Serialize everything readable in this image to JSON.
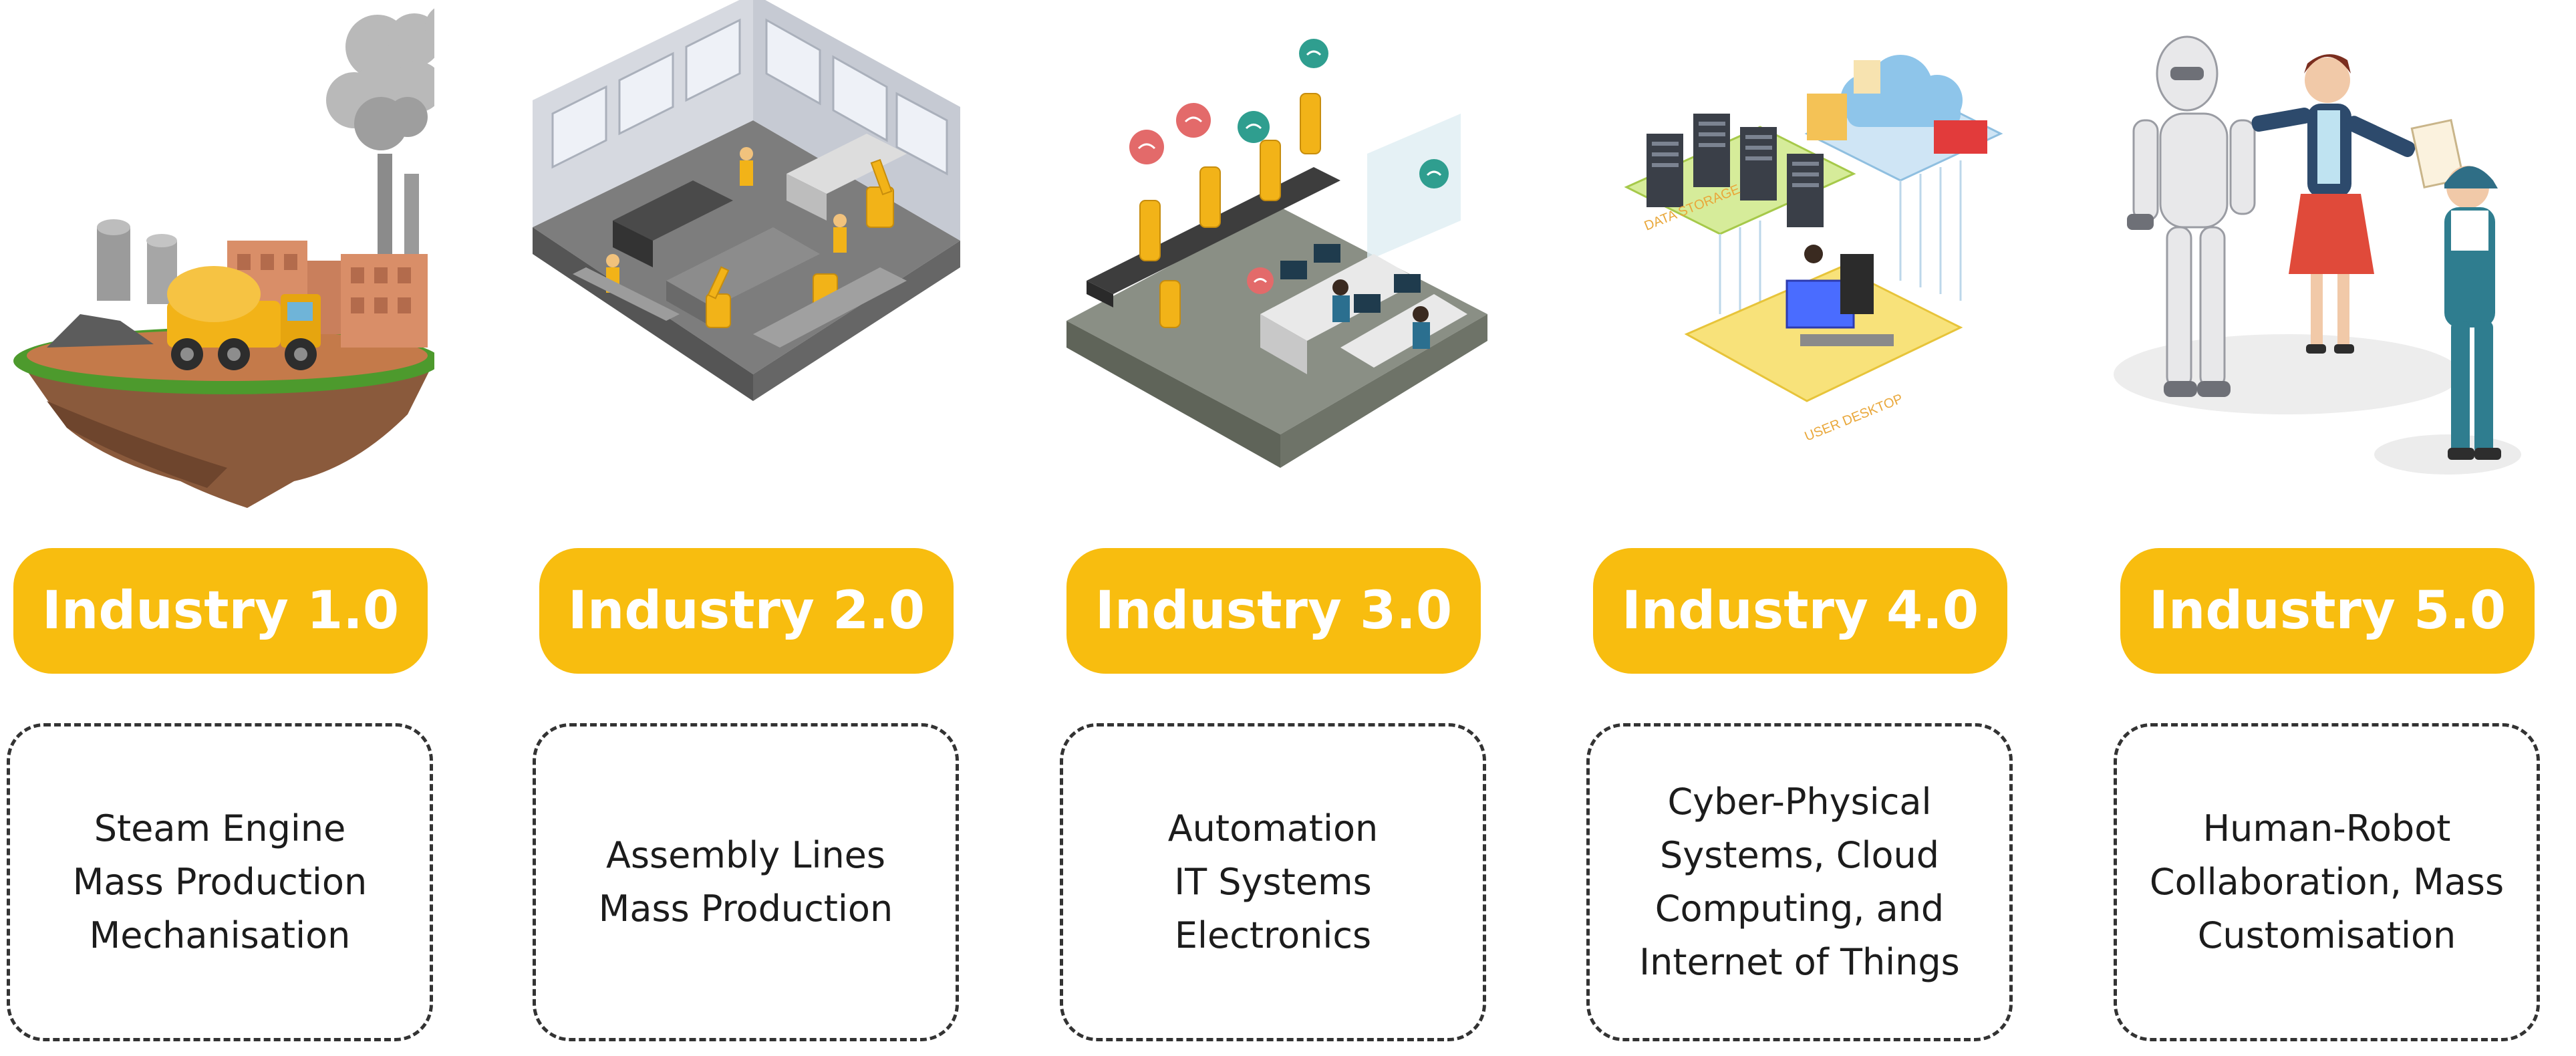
{
  "stages": [
    {
      "label": "Industry 1.0",
      "description": [
        "Steam Engine",
        "Mass Production",
        "Mechanisation"
      ],
      "illustration": "factory-island-icon"
    },
    {
      "label": "Industry 2.0",
      "description": [
        "Assembly Lines",
        "Mass Production"
      ],
      "illustration": "assembly-line-factory-icon"
    },
    {
      "label": "Industry 3.0",
      "description": [
        "Automation",
        "IT Systems",
        "Electronics"
      ],
      "illustration": "automation-control-room-icon"
    },
    {
      "label": "Industry 4.0",
      "description": [
        "Cyber-Physical",
        "Systems, Cloud",
        "Computing, and",
        "Internet of Things"
      ],
      "illustration": "cloud-servers-icon",
      "illustration_labels": [
        "DATA STORAGE",
        "USER DESKTOP"
      ]
    },
    {
      "label": "Industry 5.0",
      "description": [
        "Human-Robot",
        "Collaboration, Mass",
        "Customisation"
      ],
      "illustration": "human-robot-collaboration-icon"
    }
  ],
  "colors": {
    "accent": "#f8bd0f",
    "label_text": "#ffffff",
    "border": "#333333",
    "body_text": "#1c1c1c"
  }
}
